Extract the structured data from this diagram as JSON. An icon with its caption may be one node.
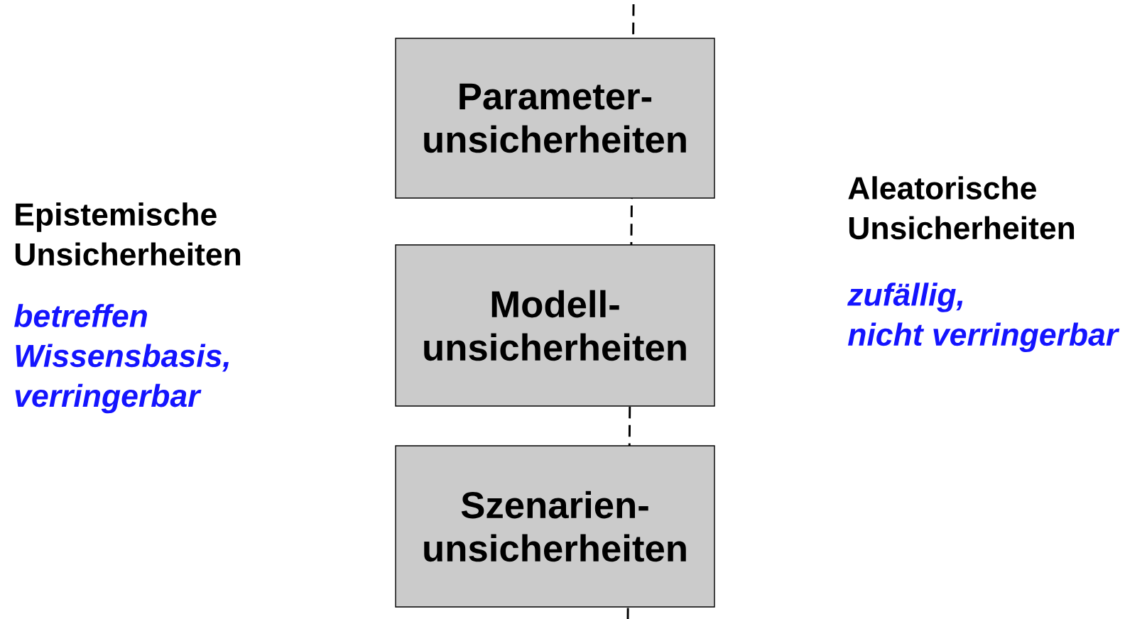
{
  "diagram": {
    "nodes": [
      {
        "text": [
          "Parameter- unsicherheiten"
        ]
      },
      {
        "text": [
          "Modell- unsicherheiten"
        ]
      },
      {
        "text": [
          "Szenarien- unsicherheiten"
        ]
      }
    ],
    "labels": [
      "Aleatorische Unsicherheiten",
      "Epistemische Unsicherheiten",
      "zufällig, nicht verringerbar",
      "betreffen Wissensbasis, verringerbar"
    ]
  }
}
